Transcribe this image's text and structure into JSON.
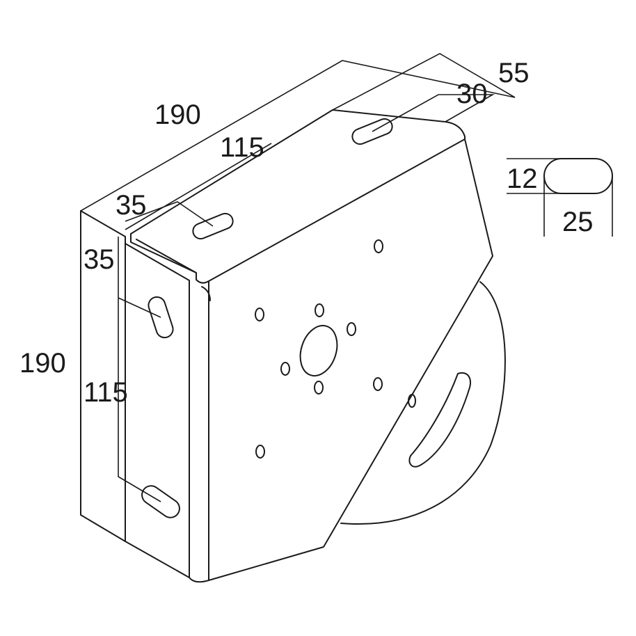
{
  "dimensions": {
    "top_length": "190",
    "top_slot_spacing": "115",
    "top_slot_offset": "35",
    "right_depth_total": "55",
    "right_depth_inner": "30",
    "side_height": "190",
    "side_slot_spacing": "115",
    "side_slot_offset": "35",
    "slot_width": "12",
    "slot_length": "25"
  },
  "colors": {
    "line": "#1a1a1a",
    "background": "#ffffff"
  }
}
